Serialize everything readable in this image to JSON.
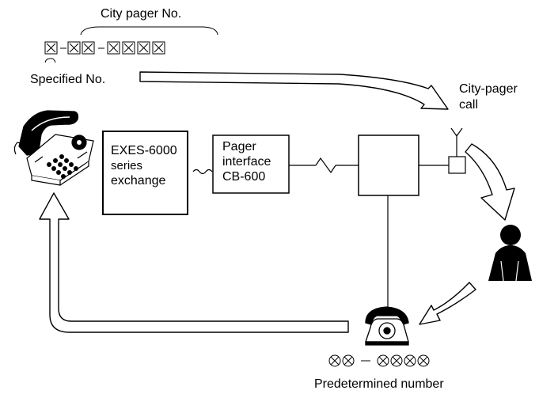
{
  "top_label": "City   pager No.",
  "specified_label": "Specified  No.",
  "city_pager_call_label": [
    "City-pager",
    "call"
  ],
  "exchange": {
    "line1": "EXES-6000",
    "line2": "series",
    "line3": "exchange"
  },
  "interface": {
    "line1": "Pager",
    "line2": "interface",
    "line3": "CB-600"
  },
  "predetermined_label": "Predetermined number",
  "colors": {
    "line": "#000000",
    "background": "#ffffff",
    "person": "#000000"
  },
  "icons": [
    "boxed-x-digit-icon",
    "circled-x-digit-icon",
    "desk-phone-icon",
    "rotary-telephone-icon",
    "antenna-icon",
    "person-icon"
  ]
}
